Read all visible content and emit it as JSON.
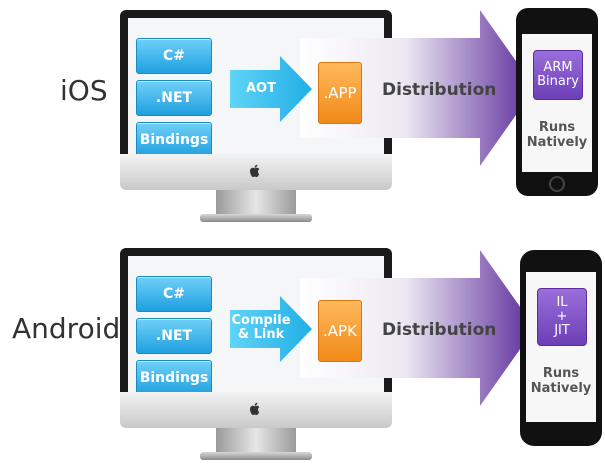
{
  "rows": [
    {
      "platform": "iOS",
      "sources": [
        "C#",
        ".NET",
        "Bindings"
      ],
      "step": "AOT",
      "package": ".APP",
      "distribution": "Distribution",
      "output": "ARM\nBinary",
      "runs": "Runs\nNatively"
    },
    {
      "platform": "Android",
      "sources": [
        "C#",
        ".NET",
        "Bindings"
      ],
      "step": "Compile\n& Link",
      "package": ".APK",
      "distribution": "Distribution",
      "output": "IL\n+\nJIT",
      "runs": "Runs\nNatively"
    }
  ],
  "colors": {
    "source_blue": "#1fa0e0",
    "arrow_blue": "#39c0ef",
    "package_orange": "#f08a18",
    "distribution_purple": "#5b2a9b",
    "output_purple": "#6c3fb5"
  },
  "icons": [
    "apple-logo-icon",
    "phone-home-button-icon"
  ]
}
